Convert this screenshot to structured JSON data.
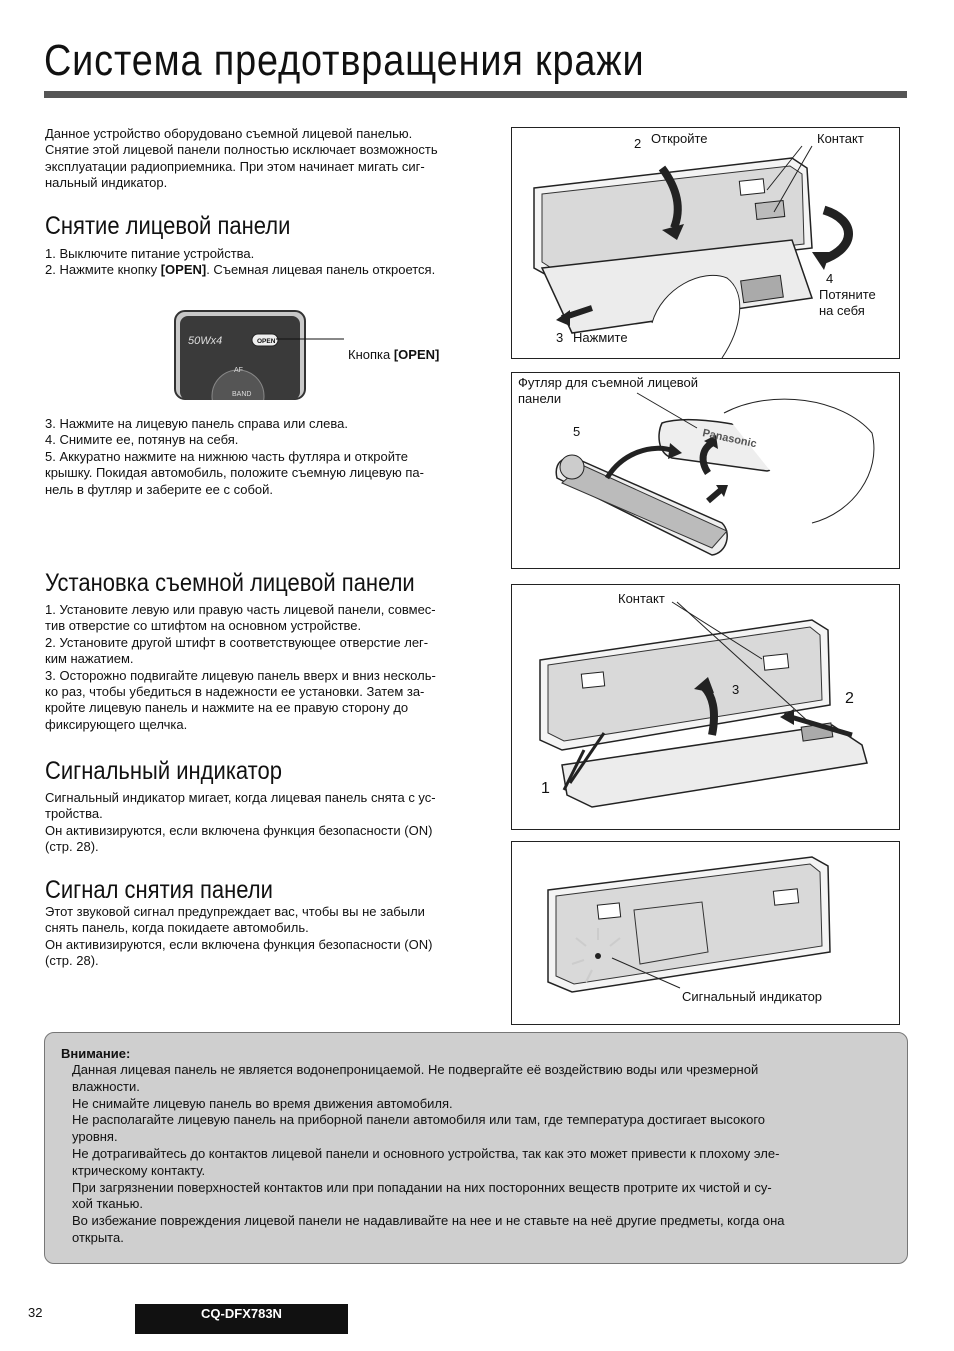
{
  "page_title": "Система предотвращения кражи",
  "intro": "Данное устройство оборудовано съемной лицевой панелью.\nСнятие этой лицевой панели полностью исключает возможность\nэксплуатации радиоприемника. При этом начинает мигать сиг-\nнальный индикатор.",
  "section_remove": {
    "heading": "Снятие лицевой панели",
    "steps_a": "1. Выключите питание устройства.\n2. Нажмите кнопку [OPEN]. Съемная лицевая панель откроется.",
    "button_label": "Кнопка [OPEN]",
    "steps_b": "3. Нажмите на лицевую панель справа или слева.\n4. Снимите ее, потянув на себя.\n5. Аккуратно нажмите на нижнюю часть футляра и откройте\nкрышку. Покидая автомобиль, положите съемную лицевую па-\nнель в футляр и заберите ее с собой."
  },
  "section_install": {
    "heading": "Установка съемной лицевой панели",
    "steps": "1. Установите левую или правую часть лицевой панели, совмес-\nтив отверстие со штифтом на основном устройстве.\n2. Установите другой штифт в соответствующее отверстие лег-\nким нажатием.\n3. Осторожно подвигайте лицевую панель вверх и вниз несколь-\nко раз, чтобы убедиться в надежности ее установки. Затем за-\nкройте лицевую панель и нажмите на ее правую сторону до\nфиксирующего щелчка."
  },
  "section_indicator": {
    "heading": "Сигнальный индикатор",
    "text": "Сигнальный индикатор мигает, когда лицевая панель снята с ус-\nтройства.\nОн активизируются, если включена функция безопасности (ON)\n(стр. 28)."
  },
  "section_alarm": {
    "heading": "Сигнал снятия панели",
    "text": "Этот звуковой сигнал предупреждает вас, чтобы вы не забыли\nснять панель, когда покидаете автомобиль.\nОн активизируются, если включена функция безопасности (ON)\n(стр. 28)."
  },
  "figures": {
    "fig1": {
      "num2": "2",
      "open": "Откройте",
      "contact": "Контакт",
      "num4": "4",
      "pull": "Потяните\nна себя",
      "num3": "3",
      "press": "Нажмите"
    },
    "fig_button": {
      "power_text": "50Wx4",
      "open_btn": "OPEN",
      "af": "AF",
      "band": "BAND"
    },
    "fig2": {
      "case_label": "Футляр для съемной лицевой\nпанели",
      "num5": "5",
      "brand": "Panasonic"
    },
    "fig3": {
      "contact": "Контакт",
      "num3": "3",
      "num2": "2",
      "num1": "1"
    },
    "fig4": {
      "indicator": "Сигнальный индикатор"
    }
  },
  "note": {
    "title": "Внимание:",
    "body": "Данная лицевая панель не является водонепроницаемой. Не подвергайте её воздействию воды или чрезмерной\nвлажности.\nНе снимайте лицевую панель во время движения автомобиля.\nНе располагайте лицевую панель на приборной панели автомобиля или там, где температура достигает высокого\nуровня.\nНе дотрагивайтесь до контактов лицевой панели и основного устройства, так как это может привести к плохому эле-\nктрическому контакту.\nПри загрязнении поверхностей контактов или при попадании на них посторонних веществ протрите их чистой и су-\nхой тканью.\nВо избежание повреждения лицевой панели не надавливайте на нее и не ставьте на неё другие предметы, когда она\nоткрыта."
  },
  "footer": {
    "page_number": "32",
    "model": "CQ-DFX783N"
  }
}
